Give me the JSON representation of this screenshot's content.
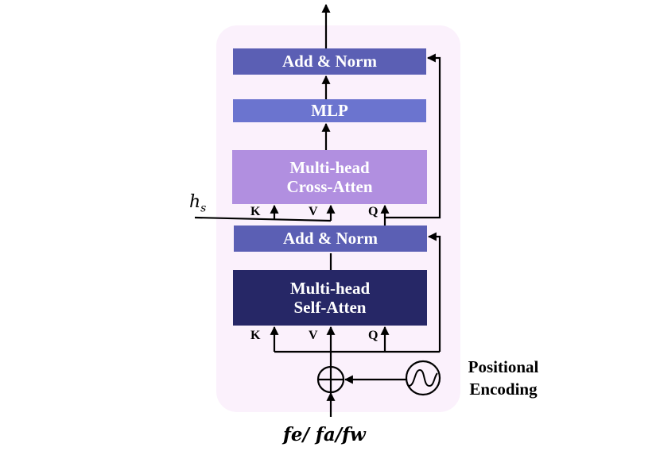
{
  "diagram": {
    "blocks": {
      "add_norm_top": "Add & Norm",
      "mlp": "MLP",
      "cross_attention_line1": "Multi-head",
      "cross_attention_line2": "Cross-Atten",
      "add_norm_bottom": "Add & Norm",
      "self_attention_line1": "Multi-head",
      "self_attention_line2": "Self-Atten"
    },
    "cross_inputs": {
      "k": "K",
      "v": "V",
      "q": "Q"
    },
    "self_inputs": {
      "k": "K",
      "v": "V",
      "q": "Q"
    },
    "side_input": {
      "symbol": "h",
      "subscript": "s"
    },
    "positional_encoding": {
      "line1": "Positional",
      "line2": "Encoding"
    },
    "input_label": "fe/ fa/fw",
    "colors": {
      "panel": "#fbf1fc",
      "add_norm": "#5b5fb4",
      "mlp": "#6b74cf",
      "cross_attention": "#b18fe0",
      "self_attention": "#262766"
    },
    "icons": [
      "sum-icon",
      "sine-wave-icon",
      "arrow-icon"
    ]
  }
}
